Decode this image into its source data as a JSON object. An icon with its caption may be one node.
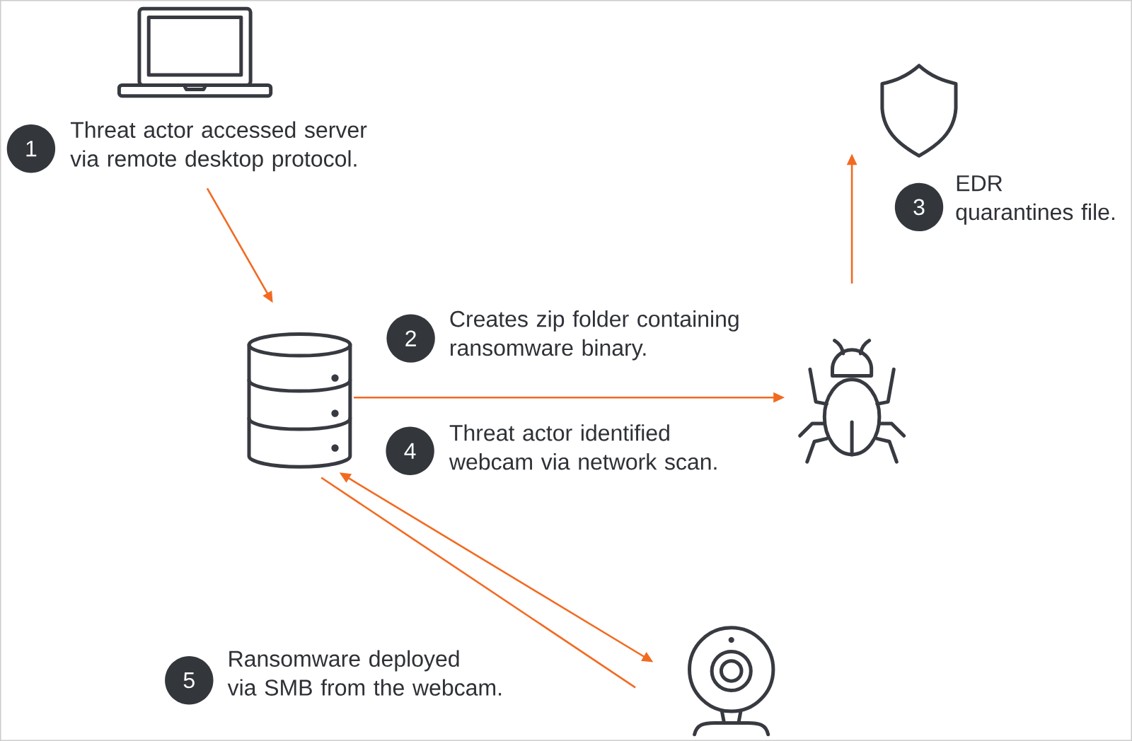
{
  "diagram": {
    "nodes": [
      {
        "text": [],
        "shape": "picture"
      },
      {
        "text": [],
        "shape": "picture"
      },
      {
        "text": [],
        "shape": "picture"
      },
      {
        "text": [],
        "shape": "picture"
      },
      {
        "text": [],
        "shape": "picture"
      },
      {
        "text": [
          "1"
        ],
        "beside": [
          "Threat actor accessed server via remote desktop protocol."
        ]
      },
      {
        "text": [
          "2"
        ],
        "beside": [
          "Creates zip folder containing ransomware binary."
        ]
      },
      {
        "text": [
          "3"
        ],
        "beside": [
          "EDR quarantines file."
        ]
      },
      {
        "text": [
          "4"
        ],
        "beside": [
          "Threat actor identified webcam via network scan."
        ]
      },
      {
        "text": [
          "5"
        ],
        "beside": [
          "Ransomware deployed via SMB from the webcam."
        ]
      }
    ],
    "edges": [
      {
        "from": 5,
        "to": 1,
        "arrow": "to"
      },
      {
        "from": 1,
        "to": 2,
        "arrow": "to"
      },
      {
        "from": 2,
        "to": 3,
        "arrow": "to"
      },
      {
        "from": 1,
        "to": 4,
        "arrow": "both"
      },
      {
        "from": 1,
        "to": 4,
        "arrow": "none"
      }
    ]
  }
}
